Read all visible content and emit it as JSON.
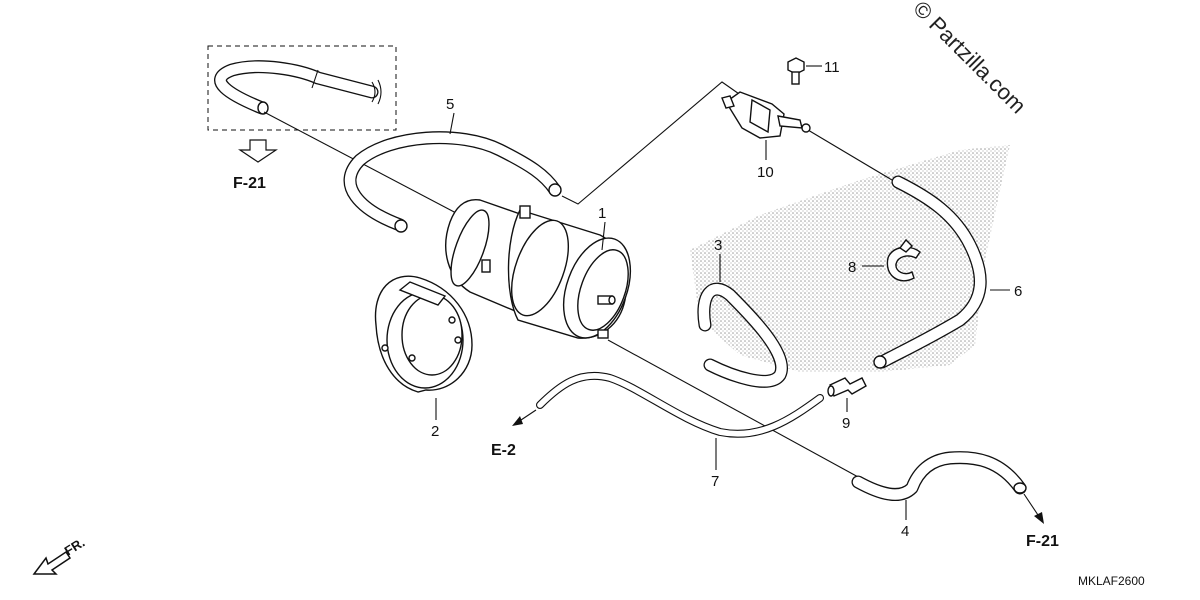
{
  "watermark": "© Partzilla.com",
  "diagram_code": "MKLAF2600",
  "front_marker": "FR.",
  "references": {
    "f21_top": "F-21",
    "e2": "E-2",
    "f21_bottom": "F-21"
  },
  "callouts": {
    "p1": "1",
    "p2": "2",
    "p3": "3",
    "p4": "4",
    "p5": "5",
    "p6": "6",
    "p7": "7",
    "p8": "8",
    "p9": "9",
    "p10": "10",
    "p11": "11"
  },
  "colors": {
    "line": "#111111",
    "background": "#ffffff",
    "halftone": "#9a9a9a"
  }
}
